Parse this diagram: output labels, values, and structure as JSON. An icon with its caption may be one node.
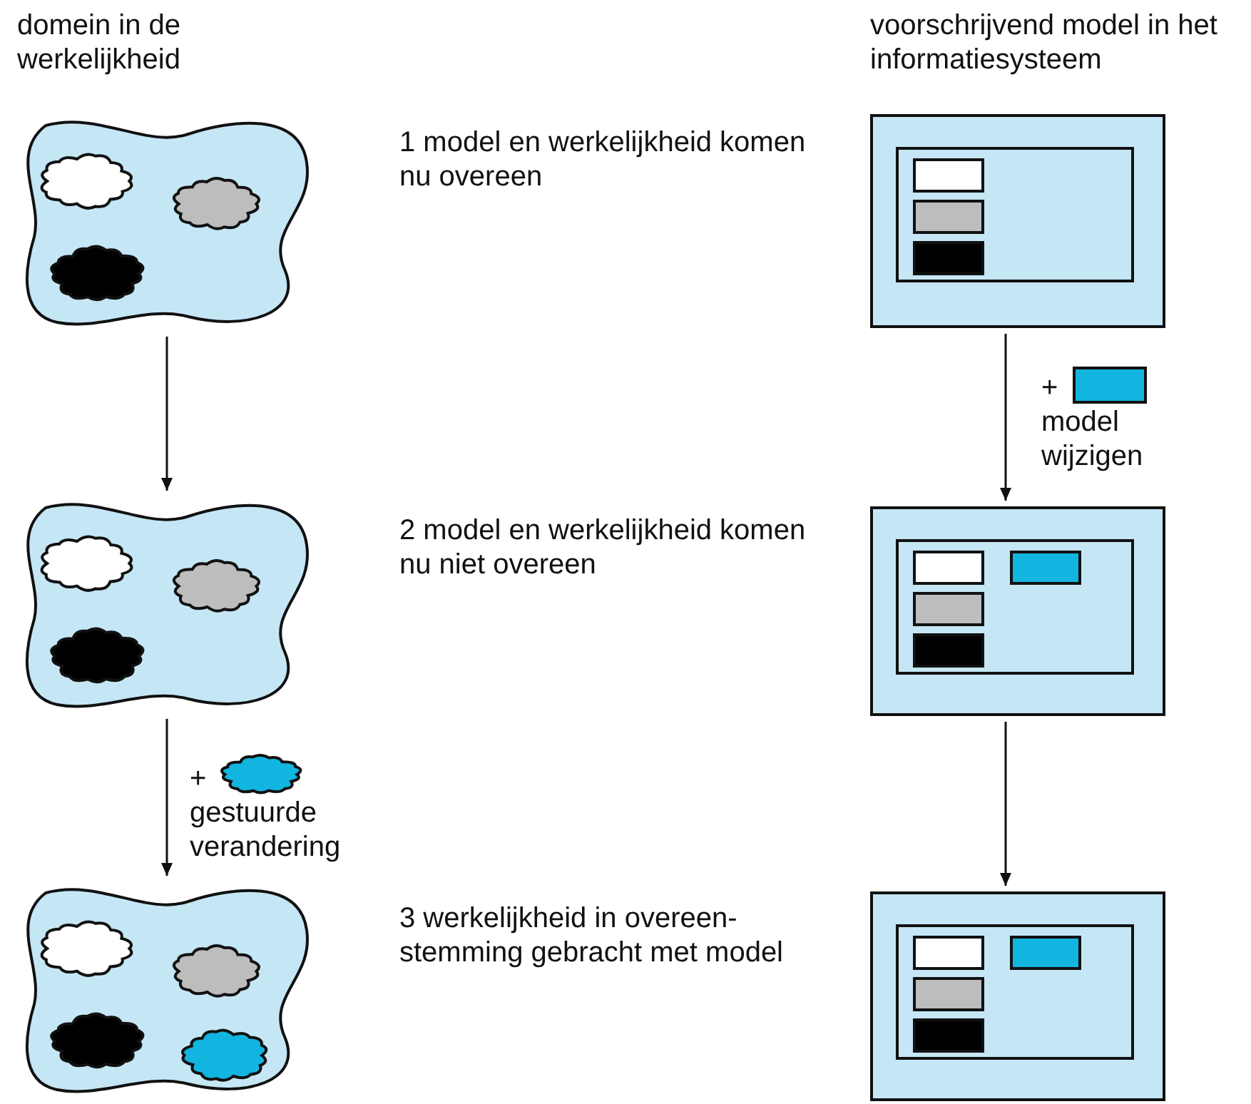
{
  "diagram": {
    "nodes": [
      {
        "text": [],
        "shape": "cloud"
      },
      {
        "text": [],
        "shape": "box"
      },
      {
        "text": [],
        "shape": "cloud"
      },
      {
        "text": [],
        "shape": "box"
      },
      {
        "text": [],
        "shape": "cloud"
      },
      {
        "text": [],
        "shape": "box"
      }
    ],
    "edges": [
      {
        "from": 0,
        "to": 2,
        "arrow": "to"
      },
      {
        "from": 1,
        "to": 3,
        "arrow": "to",
        "label": "+ model wijzigen"
      },
      {
        "from": 2,
        "to": 4,
        "arrow": "to",
        "label": "+ gestuurde verandering"
      },
      {
        "from": 3,
        "to": 5,
        "arrow": "to"
      }
    ],
    "labels": [
      "domein in de werkelijkheid",
      "voorschrijvend model in het informatiesysteem",
      "1 model en werkelijkheid komen nu overeen",
      "2 model en werkelijkheid komen nu niet overeen",
      "3 werkelijkheid in overeen-stemming gebracht met model"
    ]
  }
}
